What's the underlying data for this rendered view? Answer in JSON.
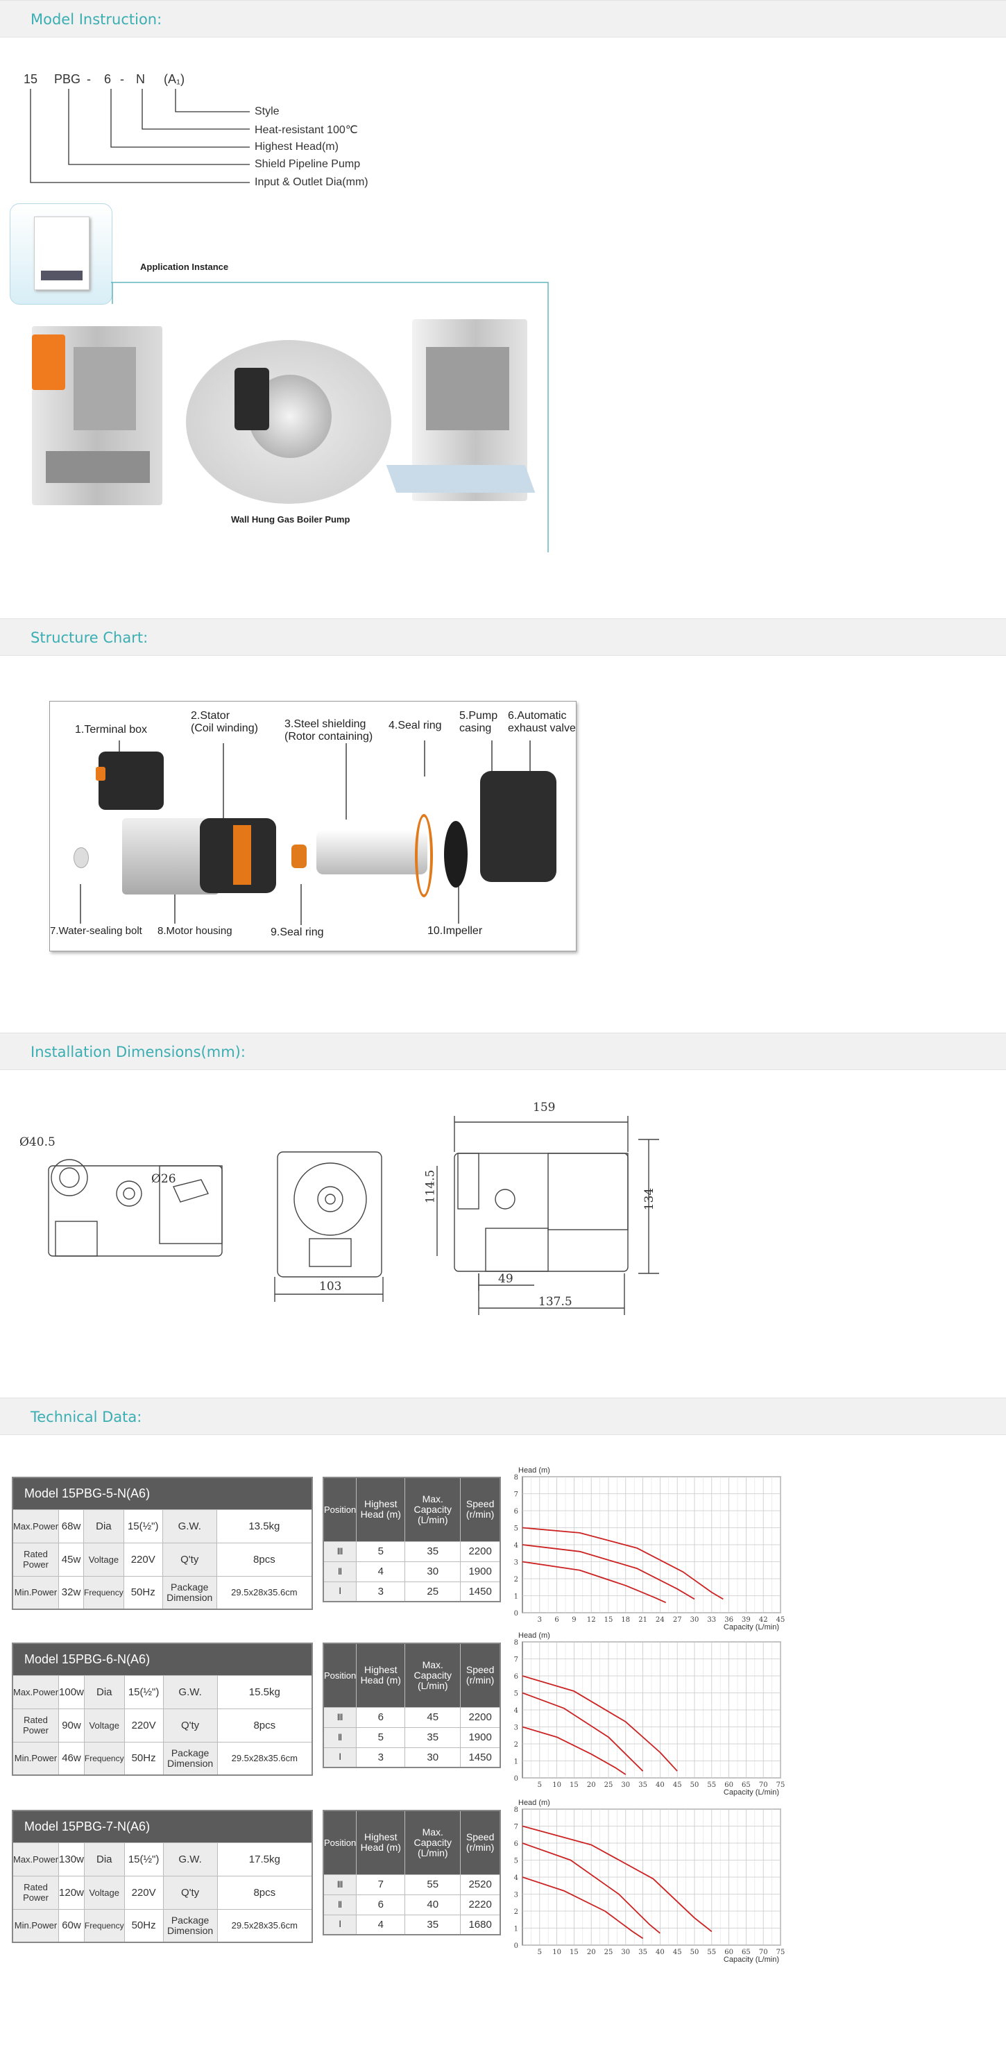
{
  "sections": {
    "model_instruction": "Model Instruction:",
    "structure_chart": "Structure Chart:",
    "installation": "Installation Dimensions(mm):",
    "technical": "Technical Data:"
  },
  "model_code": {
    "parts": [
      "15",
      "PBG",
      "-",
      "6",
      "-",
      "N",
      "(A₁)"
    ],
    "labels": [
      "Style",
      "Heat-resistant 100℃",
      "Highest Head(m)",
      "Shield Pipeline Pump",
      "Input & Outlet Dia(mm)"
    ]
  },
  "application": {
    "title": "Application Instance",
    "caption": "Wall Hung Gas Boiler Pump"
  },
  "structure_labels": {
    "l1": "1.Terminal box",
    "l2a": "2.Stator",
    "l2b": "(Coil winding)",
    "l3a": "3.Steel shielding",
    "l3b": "(Rotor containing)",
    "l4": "4.Seal ring",
    "l5a": "5.Pump",
    "l5b": "casing",
    "l6a": "6.Automatic",
    "l6b": "exhaust valve",
    "l7": "7.Water-sealing bolt",
    "l8": "8.Motor housing",
    "l9": "9.Seal ring",
    "l10": "10.Impeller"
  },
  "dimensions": {
    "d1": "Ø40.5",
    "d2": "Ø26",
    "d3": "103",
    "d4": "159",
    "d5": "114.5",
    "d6": "134",
    "d7": "49",
    "d8": "137.5"
  },
  "spec_labels": {
    "max_power": "Max.Power",
    "dia": "Dia",
    "gw": "G.W.",
    "rated_power": "Rated Power",
    "voltage": "Voltage",
    "qty": "Q'ty",
    "min_power": "Min.Power",
    "frequency": "Frequency",
    "package_a": "Package",
    "package_b": "Dimension",
    "position": "Position",
    "highest_head": "Highest Head (m)",
    "max_capacity": "Max. Capacity (L/min)",
    "speed": "Speed (r/min)"
  },
  "models": [
    {
      "title": "Model   15PBG-5-N(A6)",
      "max_power": "68w",
      "rated_power": "45w",
      "min_power": "32w",
      "dia": "15(½\")",
      "voltage": "220V",
      "frequency": "50Hz",
      "gw": "13.5kg",
      "qty": "8pcs",
      "package": "29.5x28x35.6cm",
      "rows": [
        {
          "pos": "Ⅲ",
          "head": "5",
          "cap": "35",
          "speed": "2200"
        },
        {
          "pos": "Ⅱ",
          "head": "4",
          "cap": "30",
          "speed": "1900"
        },
        {
          "pos": "Ⅰ",
          "head": "3",
          "cap": "25",
          "speed": "1450"
        }
      ]
    },
    {
      "title": "Model   15PBG-6-N(A6)",
      "max_power": "100w",
      "rated_power": "90w",
      "min_power": "46w",
      "dia": "15(½\")",
      "voltage": "220V",
      "frequency": "50Hz",
      "gw": "15.5kg",
      "qty": "8pcs",
      "package": "29.5x28x35.6cm",
      "rows": [
        {
          "pos": "Ⅲ",
          "head": "6",
          "cap": "45",
          "speed": "2200"
        },
        {
          "pos": "Ⅱ",
          "head": "5",
          "cap": "35",
          "speed": "1900"
        },
        {
          "pos": "Ⅰ",
          "head": "3",
          "cap": "30",
          "speed": "1450"
        }
      ]
    },
    {
      "title": "Model   15PBG-7-N(A6)",
      "max_power": "130w",
      "rated_power": "120w",
      "min_power": "60w",
      "dia": "15(½\")",
      "voltage": "220V",
      "frequency": "50Hz",
      "gw": "17.5kg",
      "qty": "8pcs",
      "package": "29.5x28x35.6cm",
      "rows": [
        {
          "pos": "Ⅲ",
          "head": "7",
          "cap": "55",
          "speed": "2520"
        },
        {
          "pos": "Ⅱ",
          "head": "6",
          "cap": "40",
          "speed": "2220"
        },
        {
          "pos": "Ⅰ",
          "head": "4",
          "cap": "35",
          "speed": "1680"
        }
      ]
    }
  ],
  "chart_data": [
    {
      "type": "line",
      "ylabel": "Head (m)",
      "xlabel": "Capacity (L/min)",
      "ylim": [
        0,
        8
      ],
      "xlim": [
        0,
        45
      ],
      "xticks": [
        3,
        6,
        9,
        12,
        15,
        18,
        21,
        24,
        27,
        30,
        33,
        36,
        39,
        42,
        45
      ],
      "yticks": [
        0,
        1,
        2,
        3,
        4,
        5,
        6,
        7,
        8
      ],
      "grid": true,
      "series": [
        {
          "x": [
            0,
            10,
            20,
            28,
            33,
            35
          ],
          "y": [
            5,
            4.7,
            3.8,
            2.4,
            1.2,
            0.8
          ]
        },
        {
          "x": [
            0,
            10,
            20,
            27,
            30
          ],
          "y": [
            4,
            3.6,
            2.6,
            1.4,
            0.8
          ]
        },
        {
          "x": [
            0,
            10,
            18,
            23,
            25
          ],
          "y": [
            3,
            2.5,
            1.6,
            0.9,
            0.6
          ]
        }
      ],
      "color": "#cc2222"
    },
    {
      "type": "line",
      "ylabel": "Head (m)",
      "xlabel": "Capacity (L/min)",
      "ylim": [
        0,
        8
      ],
      "xlim": [
        0,
        75
      ],
      "xticks": [
        5,
        10,
        15,
        20,
        25,
        30,
        35,
        40,
        45,
        50,
        55,
        60,
        65,
        70,
        75
      ],
      "yticks": [
        0,
        1,
        2,
        3,
        4,
        5,
        6,
        7,
        8
      ],
      "grid": true,
      "series": [
        {
          "x": [
            0,
            15,
            30,
            40,
            45
          ],
          "y": [
            6,
            5.1,
            3.3,
            1.5,
            0.4
          ]
        },
        {
          "x": [
            0,
            12,
            25,
            32,
            35
          ],
          "y": [
            5,
            4.1,
            2.4,
            1.0,
            0.4
          ]
        },
        {
          "x": [
            0,
            10,
            20,
            27,
            30
          ],
          "y": [
            3,
            2.4,
            1.4,
            0.6,
            0.2
          ]
        }
      ],
      "color": "#cc2222"
    },
    {
      "type": "line",
      "ylabel": "Head (m)",
      "xlabel": "Capacity (L/min)",
      "ylim": [
        0,
        8
      ],
      "xlim": [
        0,
        75
      ],
      "xticks": [
        5,
        10,
        15,
        20,
        25,
        30,
        35,
        40,
        45,
        50,
        55,
        60,
        65,
        70,
        75
      ],
      "yticks": [
        0,
        1,
        2,
        3,
        4,
        5,
        6,
        7,
        8
      ],
      "grid": true,
      "series": [
        {
          "x": [
            0,
            20,
            38,
            50,
            55
          ],
          "y": [
            7,
            5.9,
            3.9,
            1.6,
            0.8
          ]
        },
        {
          "x": [
            0,
            14,
            28,
            37,
            40
          ],
          "y": [
            6,
            5.0,
            3.0,
            1.2,
            0.7
          ]
        },
        {
          "x": [
            0,
            12,
            24,
            32,
            35
          ],
          "y": [
            4,
            3.2,
            2.0,
            0.8,
            0.4
          ]
        }
      ],
      "color": "#cc2222"
    }
  ]
}
